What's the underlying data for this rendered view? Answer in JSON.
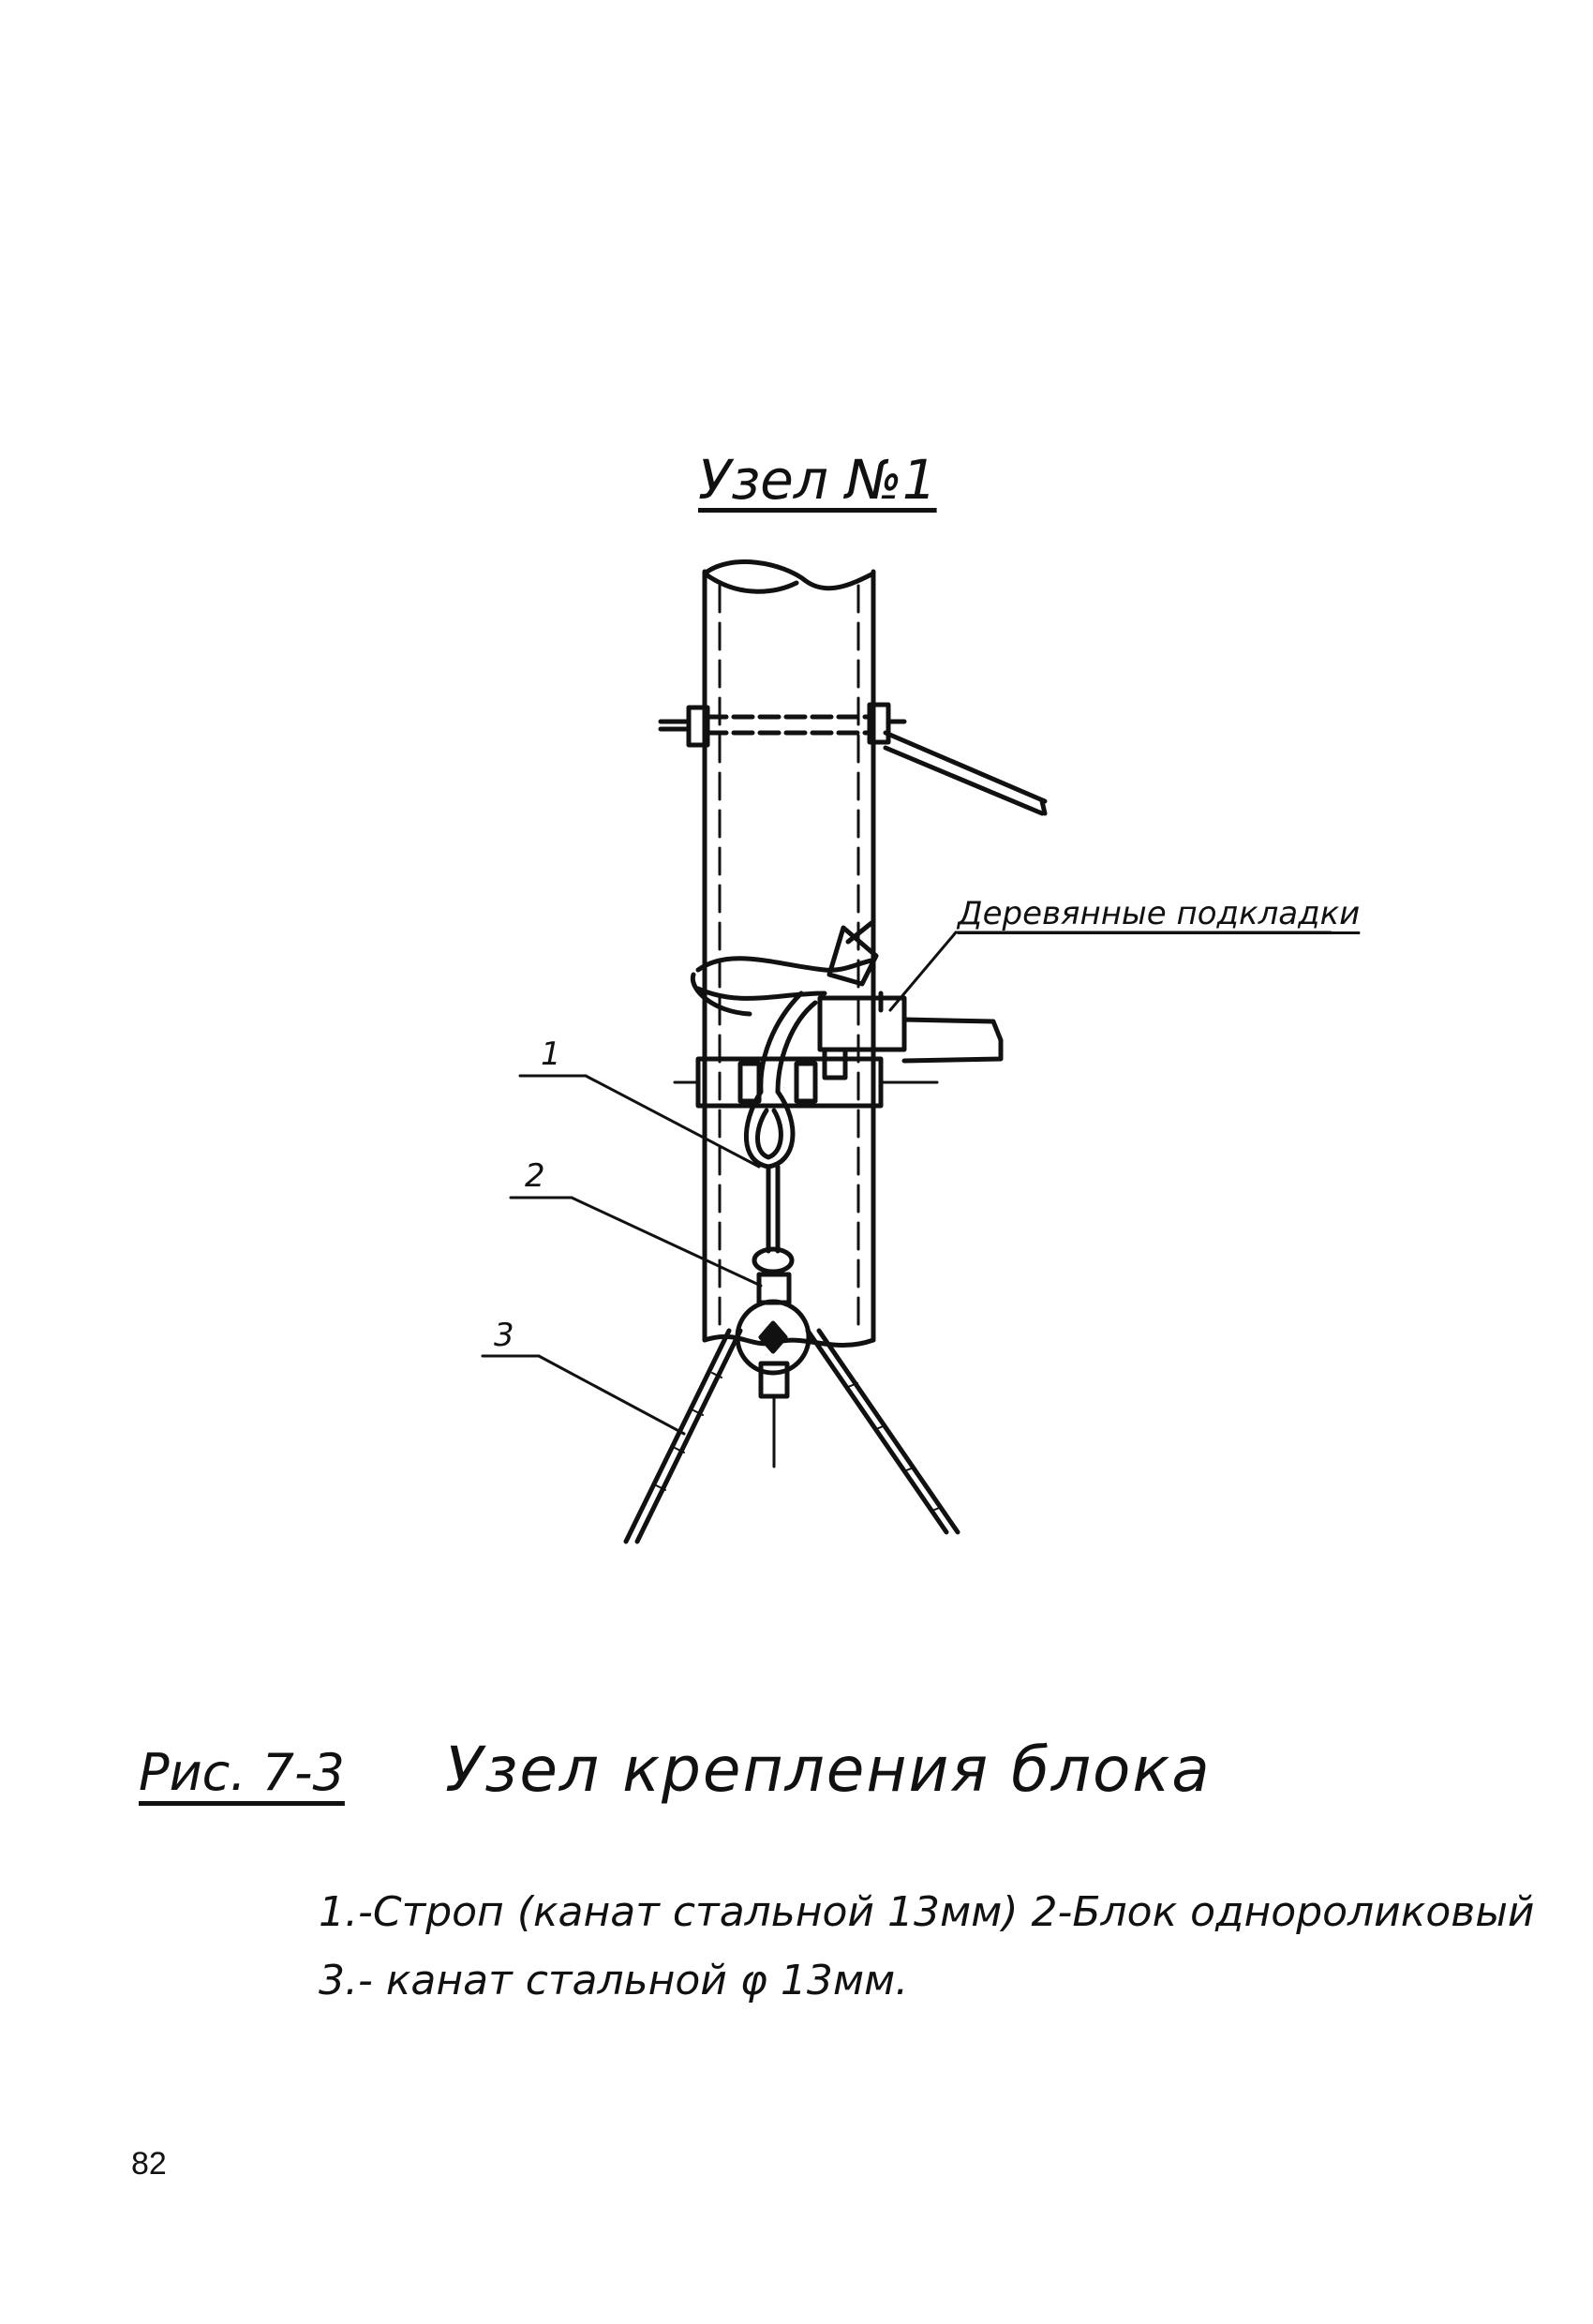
{
  "title": "Узел №1",
  "callouts": {
    "wooden_pads": "Деревянные подкладки",
    "n1": "1",
    "n2": "2",
    "n3": "3"
  },
  "caption": {
    "figure_label": "Рис. 7-3",
    "figure_title": "Узел крепления блока"
  },
  "legend": {
    "line1": "1.-Строп (канат стальной 13мм) 2-Блок однороликовый",
    "line2": "3.- канат стальной φ 13мм."
  },
  "page_number": "82"
}
